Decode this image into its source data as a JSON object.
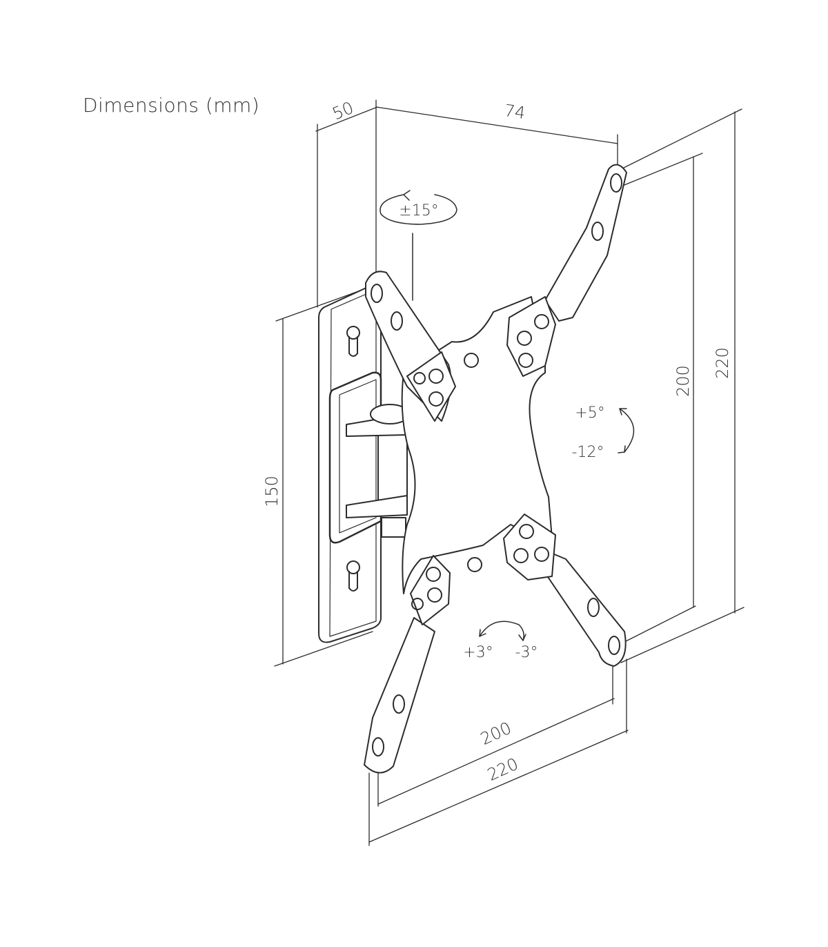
{
  "title": "Dimensions (mm)",
  "dimensions": {
    "depth": "50",
    "arm_depth": "74",
    "wall_plate_height": "150",
    "vesa_vertical_inner": "200",
    "vesa_vertical_outer": "220",
    "vesa_horizontal_inner": "200",
    "vesa_horizontal_outer": "220"
  },
  "angles": {
    "swivel": "±15°",
    "tilt_up": "+5°",
    "tilt_down": "-12°",
    "rotate_left": "+3°",
    "rotate_right": "-3°"
  },
  "colors": {
    "line": "#2b2b2b",
    "text": "#333333"
  }
}
